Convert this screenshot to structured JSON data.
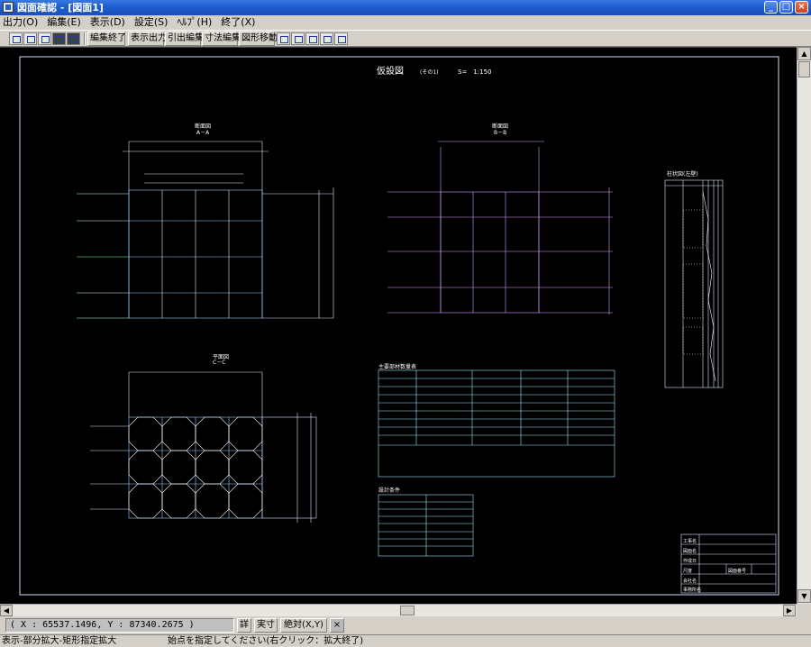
{
  "window": {
    "title": "図面確認 - [図面1]"
  },
  "menu": [
    {
      "label": "出力(O)"
    },
    {
      "label": "編集(E)"
    },
    {
      "label": "表示(D)"
    },
    {
      "label": "設定(S)"
    },
    {
      "label": "ﾍﾙﾌﾟ(H)"
    },
    {
      "label": "終了(X)"
    }
  ],
  "toolbar": {
    "buttons": [
      {
        "label": "編集終了"
      },
      {
        "label": "表示出力"
      },
      {
        "label": "引出編集"
      },
      {
        "label": "寸法編集"
      },
      {
        "label": "図形移動"
      }
    ]
  },
  "drawing": {
    "title": "仮設図",
    "subtitle": "(その1)",
    "scale": "S=　1:150",
    "section_aa": {
      "name": "断面図",
      "label": "A－A"
    },
    "section_bb": {
      "name": "断面図",
      "label": "B－B"
    },
    "plan_cc": {
      "name": "平面図",
      "label": "C－C"
    },
    "boring": {
      "title": "柱状図(左壁)"
    },
    "materials_title": "主要部材数量表",
    "design_title": "設計条件",
    "title_block": {
      "rows": [
        "工事名",
        "図面名",
        "作成日",
        "尺度",
        "会社名",
        "事務所名"
      ],
      "drawing_no_label": "図面番号"
    }
  },
  "coords": "( X : 65537.1496, Y : 87340.2675 )",
  "coord_buttons": [
    {
      "label": "詳"
    },
    {
      "label": "実寸"
    },
    {
      "label": "絶対(X,Y)"
    }
  ],
  "status": {
    "mode": "表示-部分拡大-矩形指定拡大",
    "prompt": "始点を指定してください(右クリック：拡大終了)"
  }
}
